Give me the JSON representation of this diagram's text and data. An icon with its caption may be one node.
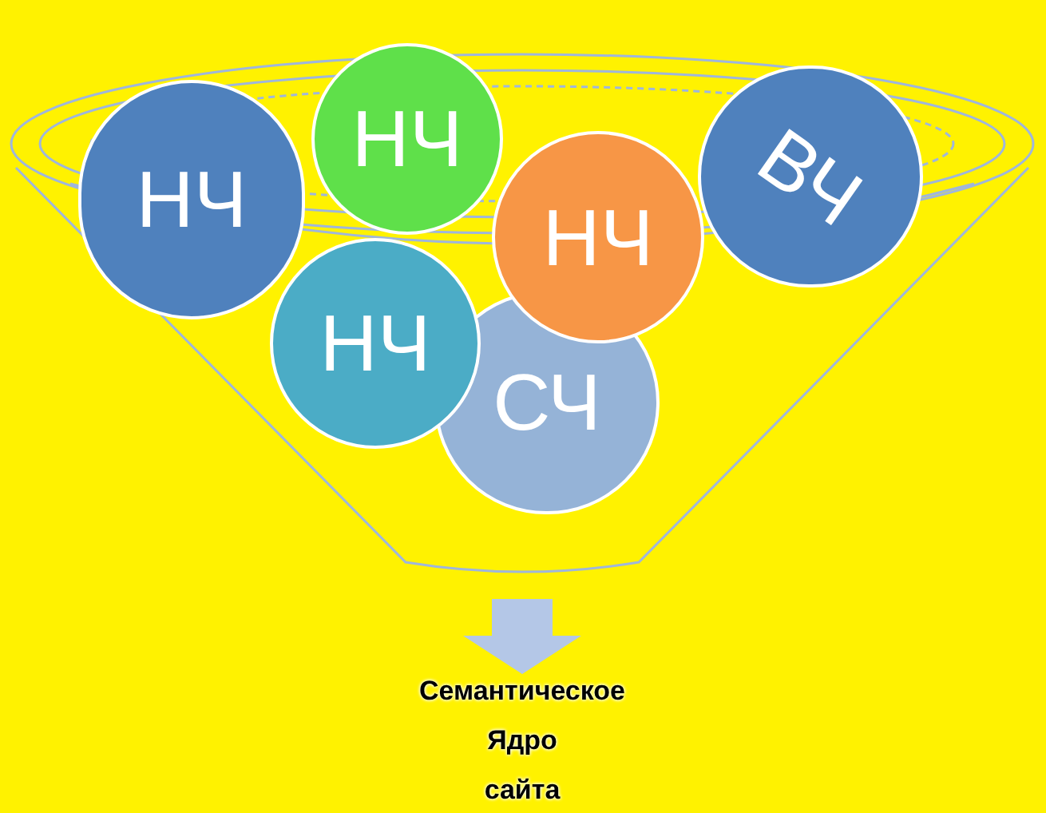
{
  "diagram": {
    "nodes": [
      {
        "text": [],
        "shape": "funnel"
      },
      {
        "text": [
          "НЧ"
        ],
        "in": 0
      },
      {
        "text": [
          "НЧ"
        ],
        "in": 0
      },
      {
        "text": [
          "НЧ"
        ],
        "in": 0
      },
      {
        "text": [
          "ВЧ"
        ],
        "in": 0
      },
      {
        "text": [
          "НЧ"
        ],
        "in": 0
      },
      {
        "text": [
          "СЧ"
        ],
        "in": 0
      },
      {
        "text": [
          "Семантическое Ядро сайта"
        ]
      }
    ],
    "edges": [
      {
        "from": 0,
        "to": 7,
        "arrow": "to",
        "style": "thick"
      }
    ]
  }
}
